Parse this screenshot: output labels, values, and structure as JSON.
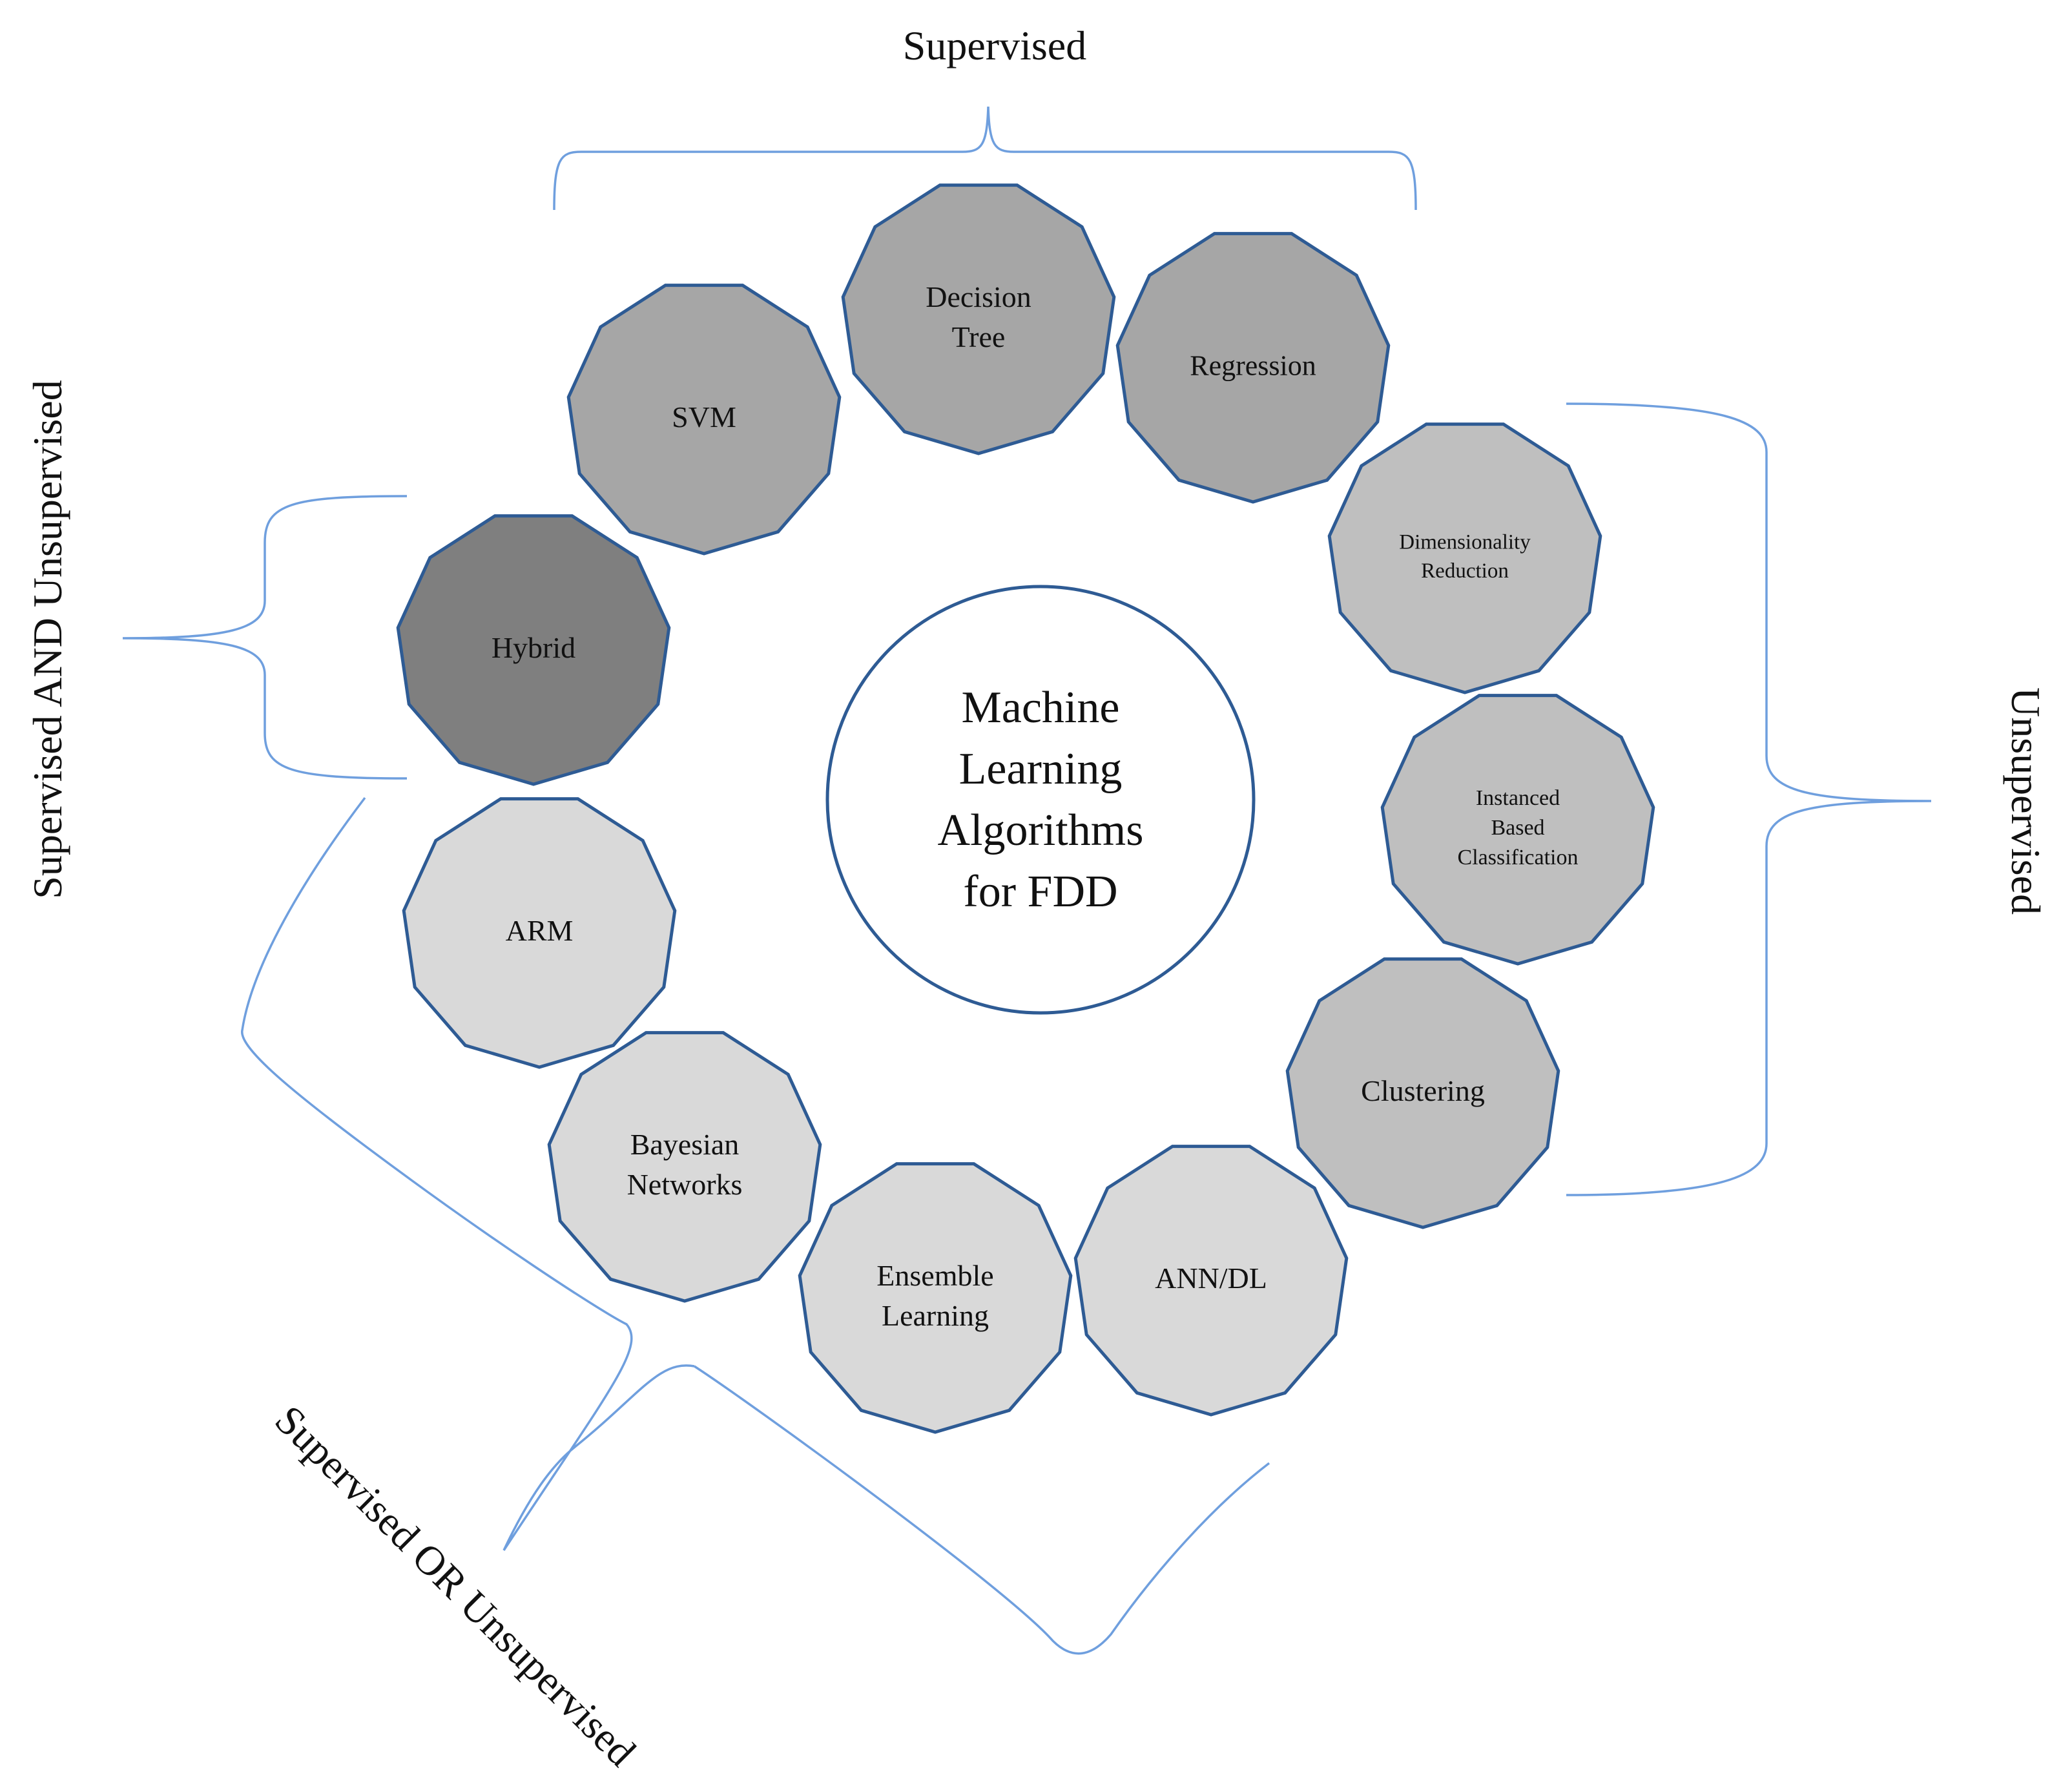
{
  "center": {
    "lines": [
      "Machine",
      "Learning",
      "Algorithms",
      "for FDD"
    ]
  },
  "nodes": [
    {
      "id": "decision-tree",
      "lines": [
        "Decision",
        "Tree"
      ],
      "fill": "#a6a6a6",
      "group": "supervised"
    },
    {
      "id": "regression",
      "lines": [
        "Regression"
      ],
      "fill": "#a6a6a6",
      "group": "supervised"
    },
    {
      "id": "svm",
      "lines": [
        "SVM"
      ],
      "fill": "#a6a6a6",
      "group": "supervised"
    },
    {
      "id": "dimensionality-reduction",
      "lines": [
        "Dimensionality",
        "Reduction"
      ],
      "fill": "#bfbfbf",
      "group": "unsupervised"
    },
    {
      "id": "instanced-based-classification",
      "lines": [
        "Instanced",
        "Based",
        "Classification"
      ],
      "fill": "#bfbfbf",
      "group": "unsupervised"
    },
    {
      "id": "clustering",
      "lines": [
        "Clustering"
      ],
      "fill": "#bfbfbf",
      "group": "unsupervised"
    },
    {
      "id": "hybrid",
      "lines": [
        "Hybrid"
      ],
      "fill": "#7f7f7f",
      "group": "supervised-and-unsupervised"
    },
    {
      "id": "arm",
      "lines": [
        "ARM"
      ],
      "fill": "#d9d9d9",
      "group": "supervised-or-unsupervised"
    },
    {
      "id": "bayesian-networks",
      "lines": [
        "Bayesian",
        "Networks"
      ],
      "fill": "#d9d9d9",
      "group": "supervised-or-unsupervised"
    },
    {
      "id": "ensemble-learning",
      "lines": [
        "Ensemble",
        "Learning"
      ],
      "fill": "#d9d9d9",
      "group": "supervised-or-unsupervised"
    },
    {
      "id": "ann-dl",
      "lines": [
        "ANN/DL"
      ],
      "fill": "#d9d9d9",
      "group": "supervised-or-unsupervised"
    }
  ],
  "groups": {
    "supervised": "Supervised",
    "unsupervised": "Unsupervised",
    "supervised_and_unsupervised": "Supervised AND Unsupervised",
    "supervised_or_unsupervised": "Supervised OR Unsupervised"
  },
  "colors": {
    "outline": "#2e5b94",
    "brace": "#6f9fde"
  }
}
